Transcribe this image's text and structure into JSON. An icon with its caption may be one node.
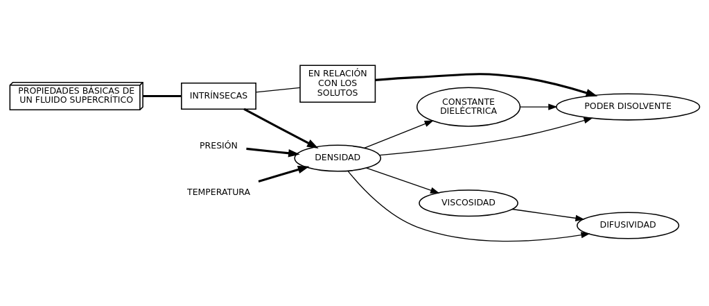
{
  "diagram": {
    "nodes": [
      {
        "text": [
          "PROPIEDADES BÁSICAS DE UN FLUIDO SUPERCRÍTICO"
        ]
      },
      {
        "text": [
          "INTRÍNSECAS"
        ]
      },
      {
        "text": [
          "EN RELACIÓN CON LOS SOLUTOS"
        ]
      },
      {
        "text": [
          "PRESIÓN"
        ]
      },
      {
        "text": [
          "TEMPERATURA"
        ]
      },
      {
        "text": [
          "DENSIDAD"
        ]
      },
      {
        "text": [
          "CONSTANTE DIELÉCTRICA"
        ]
      },
      {
        "text": [
          "VISCOSIDAD"
        ]
      },
      {
        "text": [
          "PODER DISOLVENTE"
        ]
      },
      {
        "text": [
          "DIFUSIVIDAD"
        ]
      }
    ],
    "edges": [
      {
        "from": 0,
        "to": 1,
        "arrow": "none",
        "style": "thick"
      },
      {
        "from": 1,
        "to": 2,
        "arrow": "none"
      },
      {
        "from": 1,
        "to": 5,
        "arrow": "to",
        "style": "thick"
      },
      {
        "from": 2,
        "to": 8,
        "arrow": "to",
        "style": "thick"
      },
      {
        "from": 3,
        "to": 5,
        "arrow": "to",
        "style": "thick"
      },
      {
        "from": 4,
        "to": 5,
        "arrow": "to",
        "style": "thick"
      },
      {
        "from": 5,
        "to": 6,
        "arrow": "to"
      },
      {
        "from": 5,
        "to": 7,
        "arrow": "to"
      },
      {
        "from": 5,
        "to": 8,
        "arrow": "to"
      },
      {
        "from": 5,
        "to": 9,
        "arrow": "to"
      },
      {
        "from": 6,
        "to": 8,
        "arrow": "to"
      },
      {
        "from": 7,
        "to": 9,
        "arrow": "to"
      }
    ]
  }
}
